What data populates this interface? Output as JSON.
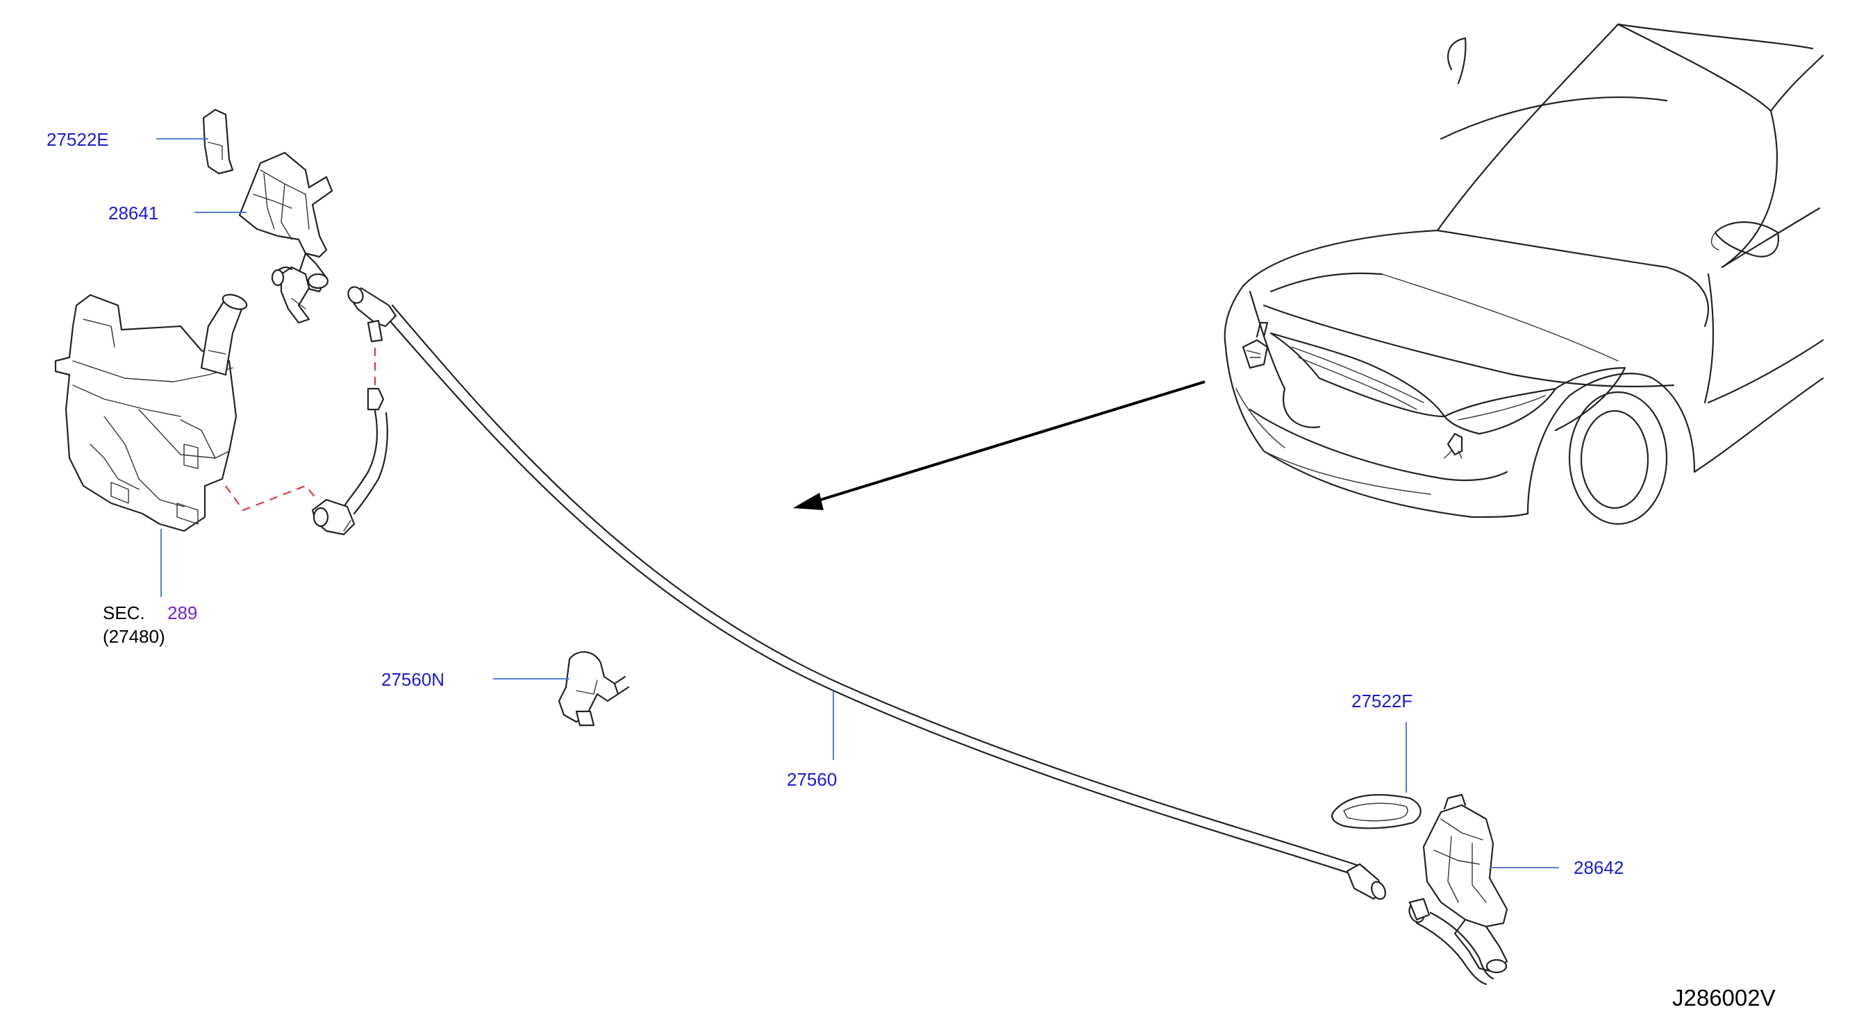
{
  "labels": {
    "p27522e": "27522E",
    "p28641": "28641",
    "sec_prefix": "SEC.",
    "sec_ref": "289",
    "sec_sub": "(27480)",
    "p27560n": "27560N",
    "p27560": "27560",
    "p27522f": "27522F",
    "p28642": "28642",
    "diagram_code": "J286002V"
  },
  "colors": {
    "part_label": "#1c1ccc",
    "section_ref": "#7a1fd0",
    "leader_line": "#3b6fd6",
    "connection_dash": "#e03a3a",
    "drawing_line": "#222222"
  }
}
